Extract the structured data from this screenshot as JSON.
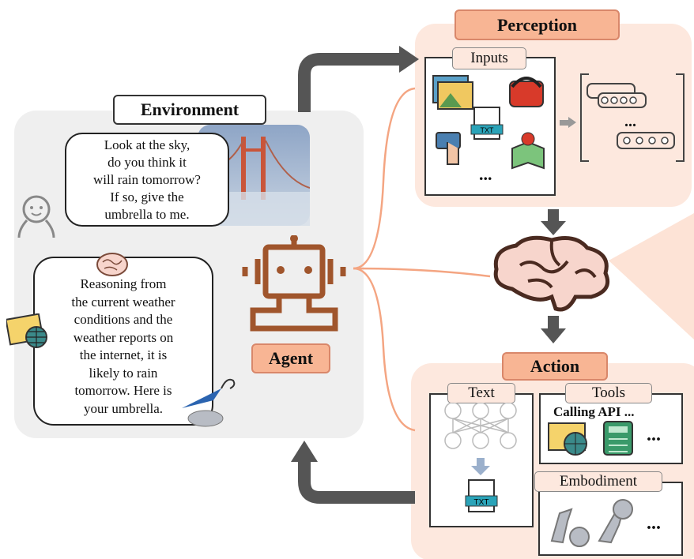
{
  "environment": {
    "title": "Environment",
    "user_message": "Look at the sky,\ndo you think it\nwill rain tomorrow?\nIf so, give the\numbrella to me.",
    "agent_message": "Reasoning from\nthe current weather\nconditions and the\nweather reports on\nthe internet, it is\nlikely to rain\ntomorrow. Here is\nyour umbrella."
  },
  "agent": {
    "label": "Agent"
  },
  "perception": {
    "title": "Perception",
    "inputs_label": "Inputs",
    "inputs_more": "...",
    "tokens_more": "..."
  },
  "action": {
    "title": "Action",
    "text_label": "Text",
    "tools_label": "Tools",
    "tools_caption": "Calling API ...",
    "tools_more": "...",
    "embodiment_label": "Embodiment",
    "embodiment_more": "...",
    "txt_icon_text": "TXT"
  },
  "colors": {
    "orange_label": "#f8b594",
    "robot": "#a0552c",
    "panel_peach": "#fde8de",
    "panel_gray": "#efefef",
    "arrow_gray": "#555555",
    "connector": "#f4a582"
  }
}
